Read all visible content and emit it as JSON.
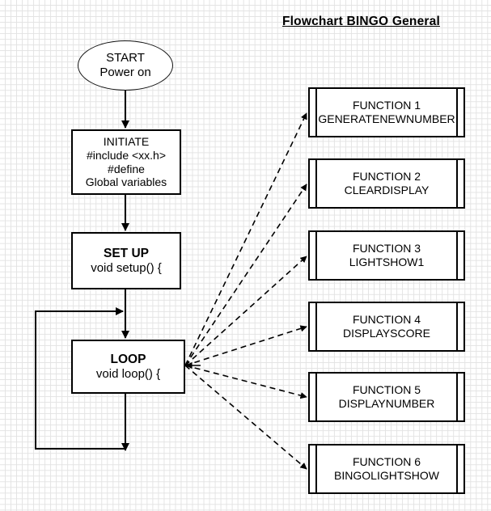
{
  "page": {
    "title": "Flowchart BINGO General"
  },
  "flow": {
    "start": {
      "name": "start-terminator",
      "lines": [
        "START",
        "Power on"
      ]
    },
    "initiate": {
      "name": "initiate-process",
      "lines": [
        "INITIATE",
        "#include <xx.h>",
        "#define",
        "Global variables"
      ]
    },
    "setup": {
      "name": "setup-process",
      "title": "SET UP",
      "lines": [
        "void setup() {"
      ]
    },
    "loop": {
      "name": "loop-process",
      "title": "LOOP",
      "lines": [
        "void loop() {"
      ]
    }
  },
  "functions": [
    {
      "id": "function-1",
      "number": "FUNCTION 1",
      "label": "GENERATENEWNUMBER"
    },
    {
      "id": "function-2",
      "number": "FUNCTION 2",
      "label": "CLEARDISPLAY"
    },
    {
      "id": "function-3",
      "number": "FUNCTION 3",
      "label": "LIGHTSHOW1"
    },
    {
      "id": "function-4",
      "number": "FUNCTION 4",
      "label": "DISPLAYSCORE"
    },
    {
      "id": "function-5",
      "number": "FUNCTION 5",
      "label": "DISPLAYNUMBER"
    },
    {
      "id": "function-6",
      "number": "FUNCTION 6",
      "label": "BINGOLIGHTSHOW"
    }
  ],
  "colors": {
    "stroke": "#000000",
    "grid": "#e3e3e3",
    "background": "#ffffff"
  }
}
